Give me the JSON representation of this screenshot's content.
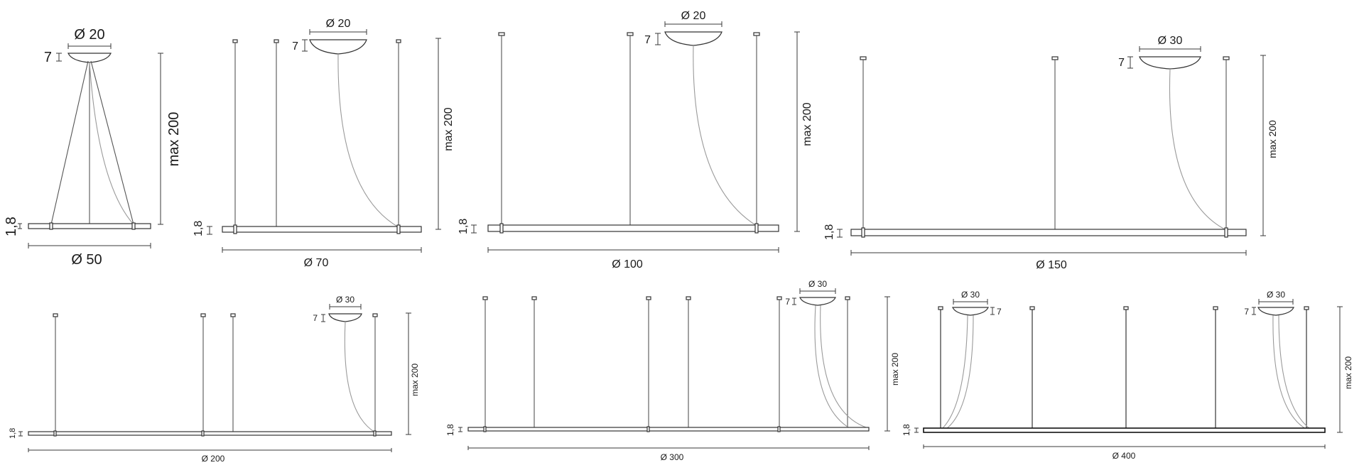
{
  "lamps": [
    {
      "id": "d50",
      "canopy_diameter": "Ø 20",
      "canopy_height": "7",
      "bar_height": "1,8",
      "diameter": "Ø 50",
      "drop": "max 200"
    },
    {
      "id": "d70",
      "canopy_diameter": "Ø 20",
      "canopy_height": "7",
      "bar_height": "1,8",
      "diameter": "Ø 70",
      "drop": "max 200"
    },
    {
      "id": "d100",
      "canopy_diameter": "Ø 20",
      "canopy_height": "7",
      "bar_height": "1,8",
      "diameter": "Ø 100",
      "drop": "max 200"
    },
    {
      "id": "d150",
      "canopy_diameter": "Ø 30",
      "canopy_height": "7",
      "bar_height": "1,8",
      "diameter": "Ø 150",
      "drop": "max 200"
    },
    {
      "id": "d200",
      "canopy_diameter": "Ø 30",
      "canopy_height": "7",
      "bar_height": "1,8",
      "diameter": "Ø 200",
      "drop": "max 200"
    },
    {
      "id": "d300",
      "canopy_diameter": "Ø 30",
      "canopy_height": "7",
      "bar_height": "1,8",
      "diameter": "Ø 300",
      "drop": "max 200"
    },
    {
      "id": "d400",
      "canopy_diameter": "Ø 30",
      "canopy_diameter_2": "Ø 30",
      "canopy_height": "7",
      "canopy_height_2": "7",
      "bar_height": "1,8",
      "diameter": "Ø 400",
      "drop": "max 200"
    }
  ]
}
